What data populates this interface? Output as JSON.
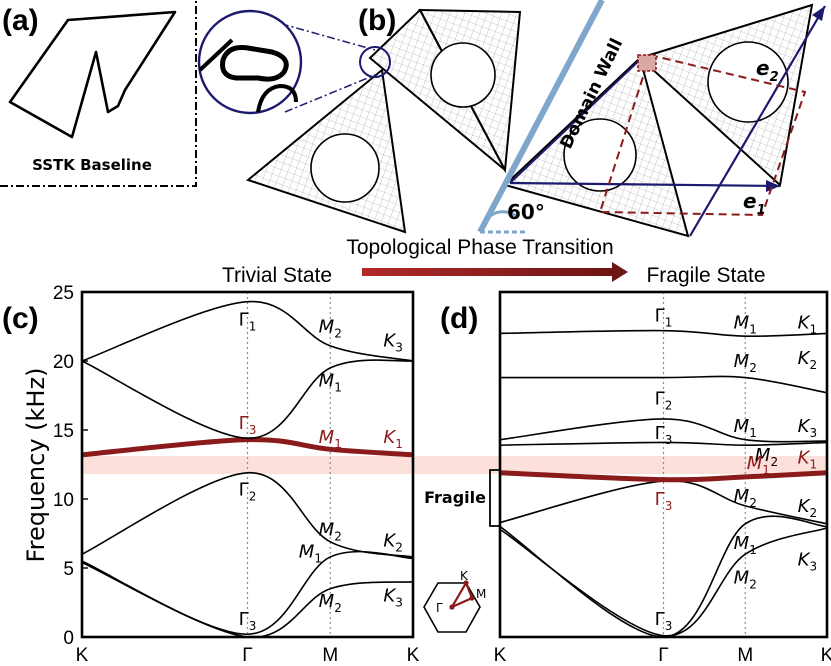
{
  "panels": {
    "a": {
      "letter": "(a)",
      "caption": "SSTK Baseline"
    },
    "b": {
      "letter": "(b)",
      "domain_wall": "Domain Wall",
      "angle": "60°",
      "e1": "e",
      "e1_sub": "1",
      "e2": "e",
      "e2_sub": "2"
    },
    "c": {
      "letter": "(c)"
    },
    "d": {
      "letter": "(d)",
      "fragile_label": "Fragile"
    }
  },
  "transition": {
    "title": "Topological Phase Transition",
    "from": "Trivial State",
    "to": "Fragile State"
  },
  "colors": {
    "dark_red": "#8b1a1a",
    "highlight_band": "#fbe0dc",
    "wall_blue": "#7fa7cc",
    "navy": "#1c1a6e"
  },
  "bz_inset": {
    "K": "K",
    "M": "M",
    "G": "Γ"
  },
  "chart_data": [
    {
      "type": "line",
      "panel": "c",
      "ylabel": "Frequency (kHz)",
      "xlabel": "",
      "ylim": [
        0,
        25
      ],
      "yticks": [
        0,
        5,
        10,
        15,
        20,
        25
      ],
      "x_ticks": [
        "K",
        "Γ",
        "M",
        "K"
      ],
      "x_positions": [
        0,
        1,
        1.5,
        2
      ],
      "series": [
        {
          "values": [
            5.4,
            0.0,
            3.5,
            4.0
          ],
          "x": [
            0,
            1,
            1.5,
            2
          ]
        },
        {
          "values": [
            5.5,
            0.2,
            5.8,
            5.7
          ],
          "x": [
            0,
            1,
            1.5,
            2
          ]
        },
        {
          "values": [
            6.0,
            11.9,
            6.9,
            5.8
          ],
          "x": [
            0,
            1,
            1.5,
            2
          ]
        },
        {
          "values": [
            13.2,
            14.3,
            13.6,
            13.2
          ],
          "x": [
            0,
            1,
            1.5,
            2
          ],
          "highlight": true
        },
        {
          "values": [
            20.0,
            14.4,
            19.5,
            20.0
          ],
          "x": [
            0,
            1,
            1.5,
            2
          ]
        },
        {
          "values": [
            20.0,
            24.3,
            21.1,
            20.0
          ],
          "x": [
            0,
            1,
            1.5,
            2
          ]
        }
      ],
      "labels": [
        {
          "t": "Γ",
          "s": "1",
          "x": 1.0,
          "y": 23.0
        },
        {
          "t": "Γ",
          "s": "3",
          "x": 1.0,
          "y": 15.5,
          "red": true
        },
        {
          "t": "Γ",
          "s": "2",
          "x": 1.0,
          "y": 10.7
        },
        {
          "t": "Γ",
          "s": "3",
          "x": 1.0,
          "y": 1.3
        },
        {
          "t": "M",
          "s": "2",
          "x": 1.5,
          "y": 22.5
        },
        {
          "t": "M",
          "s": "1",
          "x": 1.5,
          "y": 18.6
        },
        {
          "t": "M",
          "s": "1",
          "x": 1.5,
          "y": 14.5,
          "red": true
        },
        {
          "t": "M",
          "s": "2",
          "x": 1.5,
          "y": 7.8
        },
        {
          "t": "M",
          "s": "1",
          "x": 1.38,
          "y": 6.2
        },
        {
          "t": "M",
          "s": "2",
          "x": 1.5,
          "y": 2.6
        },
        {
          "t": "K",
          "s": "3",
          "x": 1.88,
          "y": 21.5
        },
        {
          "t": "K",
          "s": "1",
          "x": 1.88,
          "y": 14.5,
          "red": true
        },
        {
          "t": "K",
          "s": "2",
          "x": 1.88,
          "y": 7.0
        },
        {
          "t": "K",
          "s": "3",
          "x": 1.88,
          "y": 3.0
        }
      ]
    },
    {
      "type": "line",
      "panel": "d",
      "ylim": [
        0,
        25
      ],
      "x_ticks": [
        "K",
        "Γ",
        "M",
        "K"
      ],
      "x_positions": [
        0,
        1,
        1.5,
        2
      ],
      "series": [
        {
          "values": [
            8.0,
            0.0,
            8.2,
            8.0
          ],
          "x": [
            0,
            1,
            1.5,
            2
          ]
        },
        {
          "values": [
            7.8,
            0.1,
            6.0,
            7.9
          ],
          "x": [
            0,
            1,
            1.5,
            2
          ]
        },
        {
          "values": [
            8.3,
            11.3,
            9.5,
            8.2
          ],
          "x": [
            0,
            1,
            1.5,
            2
          ]
        },
        {
          "values": [
            11.9,
            11.4,
            11.6,
            11.9
          ],
          "x": [
            0,
            1,
            1.5,
            2
          ],
          "highlight": true
        },
        {
          "values": [
            13.9,
            14.1,
            13.9,
            14.1
          ],
          "x": [
            0,
            1,
            1.5,
            2
          ]
        },
        {
          "values": [
            14.3,
            15.8,
            14.3,
            14.2
          ],
          "x": [
            0,
            1,
            1.5,
            2
          ]
        },
        {
          "values": [
            18.8,
            18.8,
            18.8,
            17.7
          ],
          "x": [
            0,
            1,
            1.5,
            2
          ]
        },
        {
          "values": [
            22.0,
            22.2,
            21.8,
            22.0
          ],
          "x": [
            0,
            1,
            1.5,
            2
          ]
        }
      ],
      "labels": [
        {
          "t": "Γ",
          "s": "1",
          "x": 1.0,
          "y": 23.3
        },
        {
          "t": "Γ",
          "s": "2",
          "x": 1.0,
          "y": 17.3
        },
        {
          "t": "Γ",
          "s": "3",
          "x": 1.0,
          "y": 14.8
        },
        {
          "t": "Γ",
          "s": "3",
          "x": 1.0,
          "y": 10.0,
          "red": true
        },
        {
          "t": "Γ",
          "s": "3",
          "x": 1.0,
          "y": 1.3
        },
        {
          "t": "M",
          "s": "1",
          "x": 1.5,
          "y": 22.8
        },
        {
          "t": "M",
          "s": "2",
          "x": 1.5,
          "y": 20.0
        },
        {
          "t": "M",
          "s": "1",
          "x": 1.5,
          "y": 15.3
        },
        {
          "t": "M",
          "s": "2",
          "x": 1.63,
          "y": 13.2
        },
        {
          "t": "M",
          "s": "1",
          "x": 1.58,
          "y": 12.6,
          "red": true
        },
        {
          "t": "M",
          "s": "2",
          "x": 1.5,
          "y": 10.2
        },
        {
          "t": "M",
          "s": "1",
          "x": 1.5,
          "y": 6.8
        },
        {
          "t": "M",
          "s": "2",
          "x": 1.5,
          "y": 4.3
        },
        {
          "t": "K",
          "s": "1",
          "x": 1.88,
          "y": 22.8
        },
        {
          "t": "K",
          "s": "2",
          "x": 1.88,
          "y": 20.2
        },
        {
          "t": "K",
          "s": "3",
          "x": 1.88,
          "y": 15.3
        },
        {
          "t": "K",
          "s": "1",
          "x": 1.88,
          "y": 13.0,
          "red": true
        },
        {
          "t": "K",
          "s": "2",
          "x": 1.88,
          "y": 9.5
        },
        {
          "t": "K",
          "s": "3",
          "x": 1.88,
          "y": 5.6
        }
      ]
    }
  ]
}
